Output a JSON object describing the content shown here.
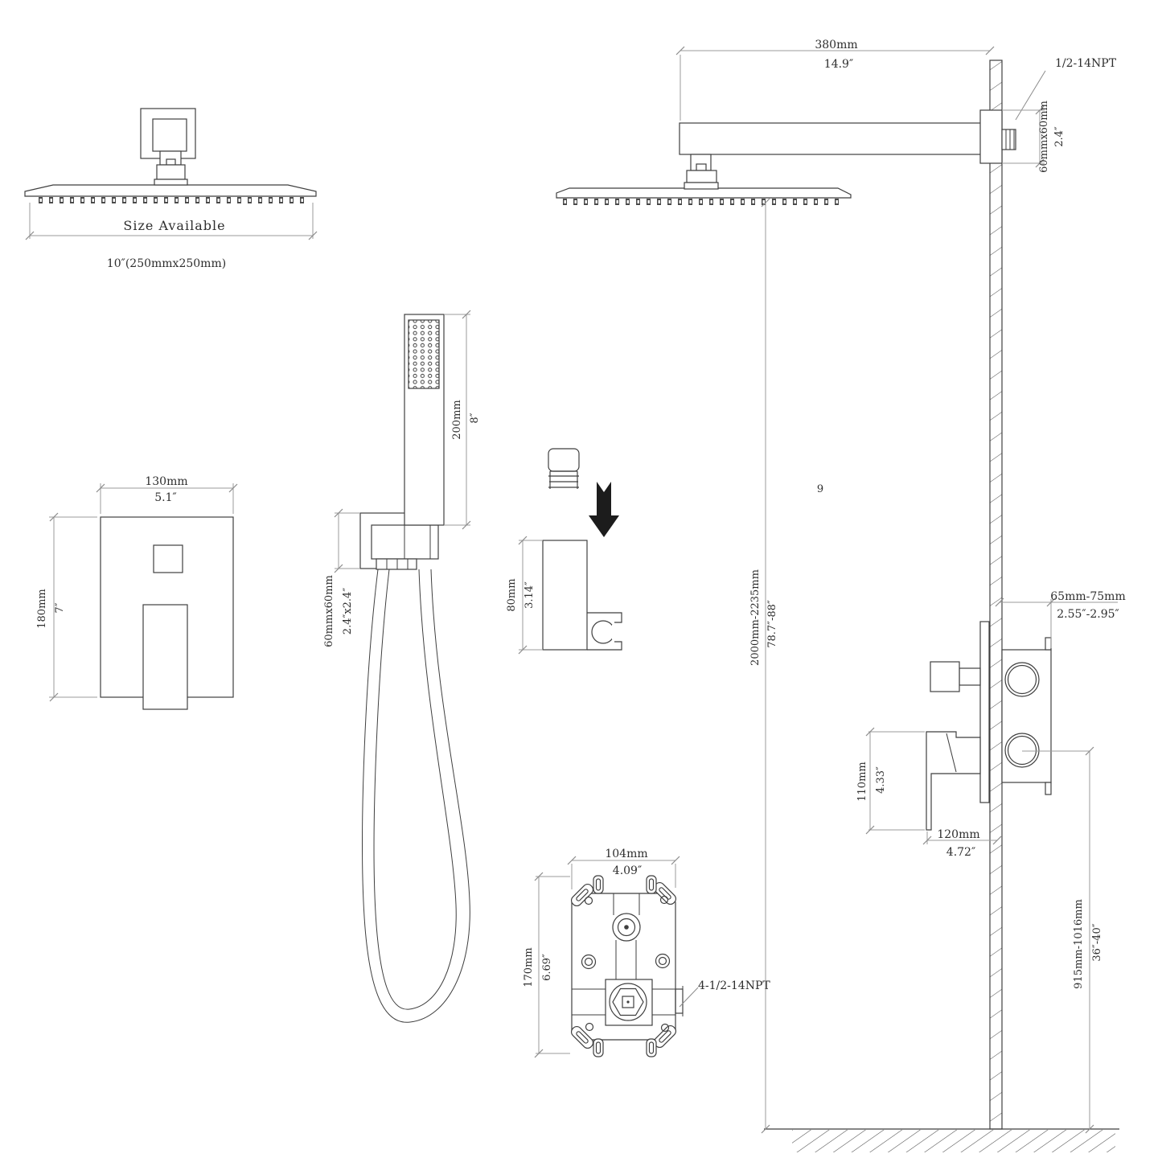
{
  "top_left_head": {
    "size_available": "Size Available",
    "size_spec": "10″(250mmx250mm)"
  },
  "top_right_head": {
    "arm_length_mm": "380mm",
    "arm_length_in": "14.9″",
    "npt_label": "1/2-14NPT",
    "flange_size_mm": "60mmx60mm",
    "flange_size_in": "2.4″"
  },
  "valve_trim": {
    "width_mm": "130mm",
    "width_in": "5.1″",
    "height_mm": "180mm",
    "height_in": "7″"
  },
  "hand_shower": {
    "length_mm": "200mm",
    "length_in": "8″",
    "holder_size_mm": "60mmx60mm",
    "holder_size_in": "2.4″x2.4″"
  },
  "wall_bracket": {
    "height_mm": "80mm",
    "height_in": "3.14″"
  },
  "rough_in_valve": {
    "width_mm": "104mm",
    "width_in": "4.09″",
    "height_mm": "170mm",
    "height_in": "6.69″",
    "npt_label": "4-1/2-14NPT"
  },
  "installation": {
    "head_height_mm": "2000mm-2235mm",
    "head_height_in": "78.7″-88″",
    "valve_depth_mm": "65mm-75mm",
    "valve_depth_in": "2.55″-2.95″",
    "handle_height_mm": "110mm",
    "handle_height_in": "4.33″",
    "handle_width_mm": "120mm",
    "handle_width_in": "4.72″",
    "valve_height_mm": "915mm-1016mm",
    "valve_height_in": "36″-40″",
    "stray_mark": "9"
  }
}
